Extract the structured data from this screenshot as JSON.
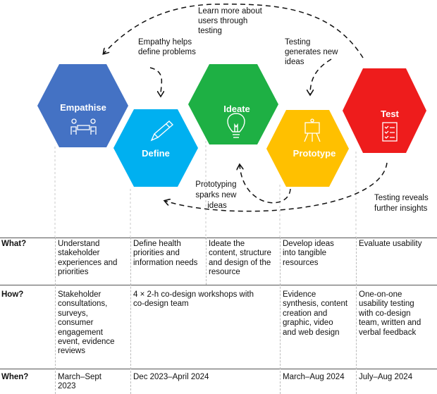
{
  "stages": [
    {
      "label": "Empathise",
      "color": "#4472c4",
      "icon": "meeting-icon"
    },
    {
      "label": "Define",
      "color": "#00b0f0",
      "icon": "pencil-icon"
    },
    {
      "label": "Ideate",
      "color": "#1eb044",
      "icon": "lightbulb-icon"
    },
    {
      "label": "Prototype",
      "color": "#ffc000",
      "icon": "easel-icon"
    },
    {
      "label": "Test",
      "color": "#ee1c1c",
      "icon": "checklist-icon"
    }
  ],
  "notes": {
    "learn": [
      "Learn more about",
      "users through",
      "testing"
    ],
    "empathy": [
      "Empathy helps",
      "define problems"
    ],
    "testing_generates": [
      "Testing",
      "generates new",
      "ideas"
    ],
    "prototyping": [
      "Prototyping",
      "sparks new",
      "ideas"
    ],
    "testing_reveals": [
      "Testing reveals",
      "further insights"
    ]
  },
  "table": {
    "what": {
      "label": "What?",
      "cells": [
        [
          "Understand",
          "stakeholder",
          "experiences and",
          "priorities"
        ],
        [
          "Define health",
          "priorities and",
          "information needs"
        ],
        [
          "Ideate the",
          "content, structure",
          "and design of the",
          "resource"
        ],
        [
          "Develop ideas",
          "into tangible",
          "resources"
        ],
        [
          "Evaluate usability"
        ]
      ]
    },
    "how": {
      "label": "How?",
      "cells": [
        [
          "Stakeholder",
          "consultations,",
          "surveys,",
          "consumer",
          "engagement",
          "event, evidence",
          "reviews"
        ],
        [
          "4 × 2-h co-design workshops with",
          "co-design team"
        ],
        [
          "Evidence",
          "synthesis, content",
          "creation and",
          "graphic, video",
          "and web design"
        ],
        [
          "One-on-one",
          "usability testing",
          "with co-design",
          "team, written and",
          "verbal feedback"
        ]
      ]
    },
    "when": {
      "label": "When?",
      "cells": [
        [
          "March–Sept",
          "2023"
        ],
        [
          "Dec 2023–April 2024"
        ],
        [
          "March–Aug 2024"
        ],
        [
          "July–Aug 2024"
        ]
      ]
    }
  }
}
